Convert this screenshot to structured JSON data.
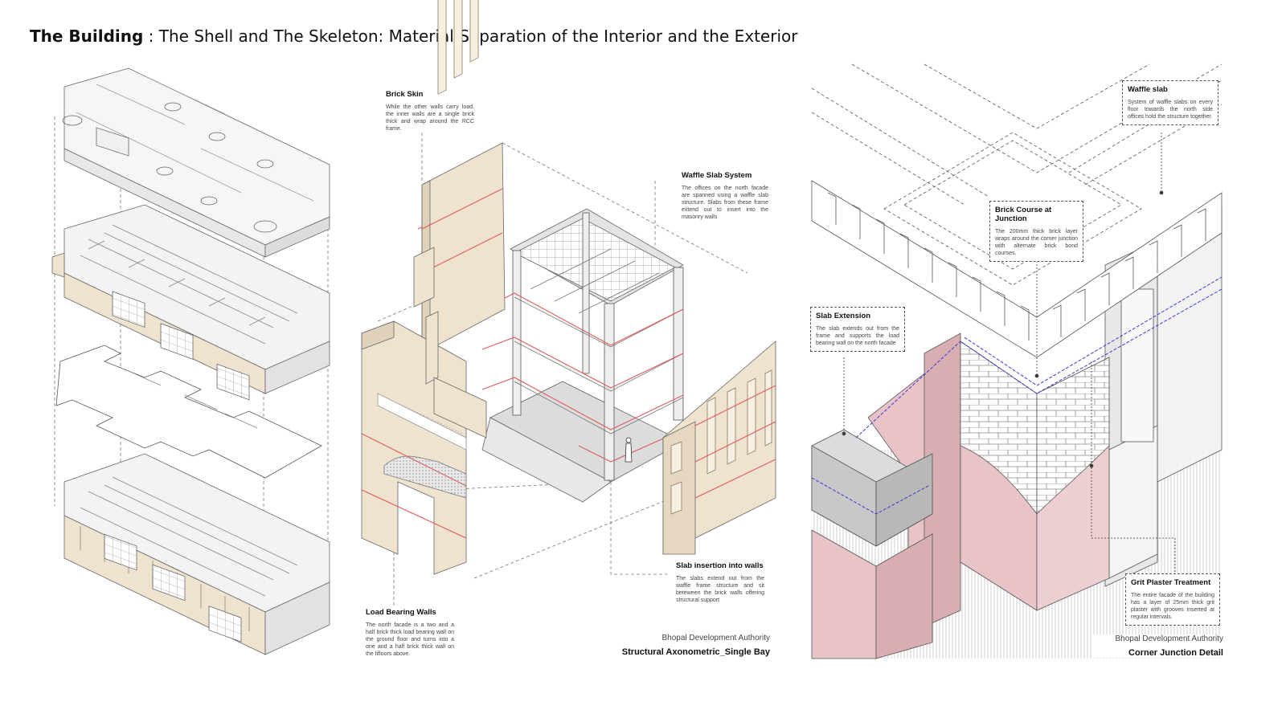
{
  "header": {
    "title_bold": "The Building",
    "title_rest": " : The Shell and The Skeleton: Material Separation of the Interior and the Exterior"
  },
  "panel2": {
    "brick_skin": {
      "heading": "Brick Skin",
      "text": "While the other walls carry load, the inner walls are a single brick thick and wrap around the RCC frame."
    },
    "waffle_slab_system": {
      "heading": "Waffle Slab System",
      "text": "The offices on the north facade are spanned using a waffle slab structure. Slabs from these frame extend out to insert into the masonry walls"
    },
    "slab_insertion": {
      "heading": "Slab insertion into walls",
      "text": "The slabs extend out from the waffle frame structure and sit beteween the brick walls offering structural support"
    },
    "load_bearing": {
      "heading": "Load Bearing Walls",
      "text": "The north facade is a two and a half brick thick load bearing wall on the ground floor and turns into a one and a half brick thick wall on the fifloors above."
    },
    "caption": {
      "org": "Bhopal Development Authority",
      "name": "Structural Axonometric_Single Bay"
    }
  },
  "panel3": {
    "waffle_slab": {
      "heading": "Waffle slab",
      "text": "System of waffle slabs on every floor towards the north side offices hold the structure together."
    },
    "brick_course": {
      "heading": "Brick Course at Junction",
      "text": "The 200mm thick brick layer wraps around the corner junction with alternate brick bond courses."
    },
    "slab_extension": {
      "heading": "Slab Extension",
      "text": "The slab extends out from the frame and supports the load bearing wall on the north facade"
    },
    "grit_plaster": {
      "heading": "Grit Plaster Treatment",
      "text": "The entire facade of the building has a layer of 25mm thick grit plaster with grooves inserted at regular intervals."
    },
    "caption": {
      "org": "Bhopal Development Authority",
      "name": "Corner Junction Detail"
    }
  },
  "colors": {
    "brick": "#efe3cf",
    "pink": "#e8c4c8",
    "red_line": "#e05a5a",
    "blue_line": "#3a3ad0",
    "line": "#555555"
  }
}
